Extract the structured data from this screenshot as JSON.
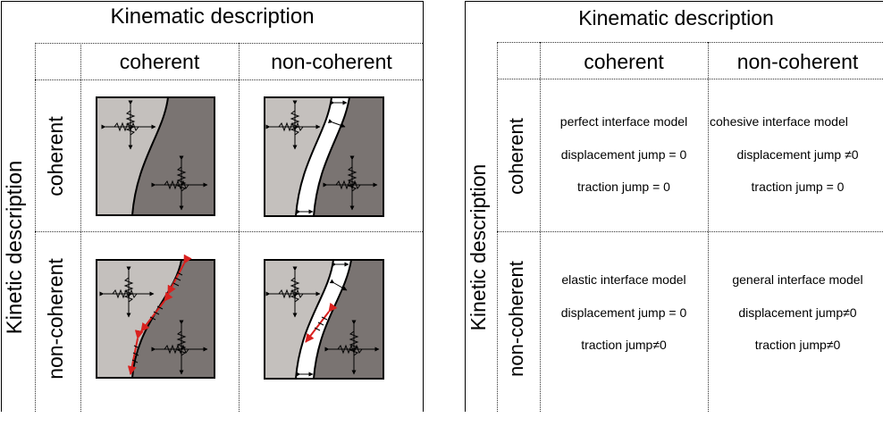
{
  "left_panel": {
    "title": "Kinematic description",
    "side_label": "Kinetic description",
    "col_headers": [
      "coherent",
      "non-coherent"
    ],
    "row_headers": [
      "coherent",
      "non-coherent"
    ]
  },
  "right_panel": {
    "title": "Kinematic description",
    "side_label": "Kinetic description",
    "col_headers": [
      "coherent",
      "non-coherent"
    ],
    "row_headers": [
      "coherent",
      "non-coherent"
    ],
    "cells": {
      "r1c1": [
        "perfect interface model",
        "displacement jump = 0",
        "traction jump = 0"
      ],
      "r1c2": [
        "cohesive interface model",
        "displacement jump ≠0",
        "traction jump = 0"
      ],
      "r2c1": [
        "elastic interface model",
        "displacement jump = 0",
        "traction jump≠0"
      ],
      "r2c2": [
        "general interface model",
        "displacement jump≠0",
        "traction jump≠0"
      ]
    }
  },
  "colors": {
    "light_phase": "#c4c0bd",
    "dark_phase": "#7a7472",
    "gap": "#ffffff",
    "jump_arrow": "#d9211f"
  }
}
